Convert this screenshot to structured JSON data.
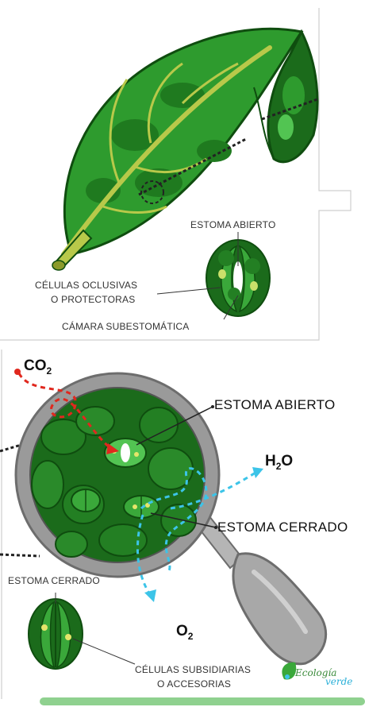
{
  "colors": {
    "accent_bar": "#8fd18f",
    "leaf_dark": "#1b6b1b",
    "leaf_mid": "#2e9b2e",
    "leaf_light": "#52c452",
    "vein": "#b8c94a",
    "co2_arrow": "#e0281e",
    "water_arrow": "#3cc4e8",
    "magnifier": "#9a9a9a"
  },
  "top": {
    "estoma_abierto": "ESTOMA ABIERTO",
    "celulas_line1": "CÉLULAS OCLUSIVAS",
    "celulas_line2": "O PROTECTORAS",
    "camara": "CÁMARA SUBESTOMÁTICA"
  },
  "bottom": {
    "co2_main": "CO",
    "co2_sub": "2",
    "estoma_abierto": "ESTOMA ABIERTO",
    "h2o_h": "H",
    "h2o_sub": "2",
    "h2o_o": "O",
    "estoma_cerrado": "ESTOMA CERRADO",
    "estoma_cerrado_small": "ESTOMA CERRADO",
    "o2_main": "O",
    "o2_sub": "2",
    "subsidiarias_line1": "CÉLULAS SUBSIDIARIAS",
    "subsidiarias_line2": "O ACCESORIAS",
    "logo_line1": "Ecología",
    "logo_line2": "verde"
  }
}
